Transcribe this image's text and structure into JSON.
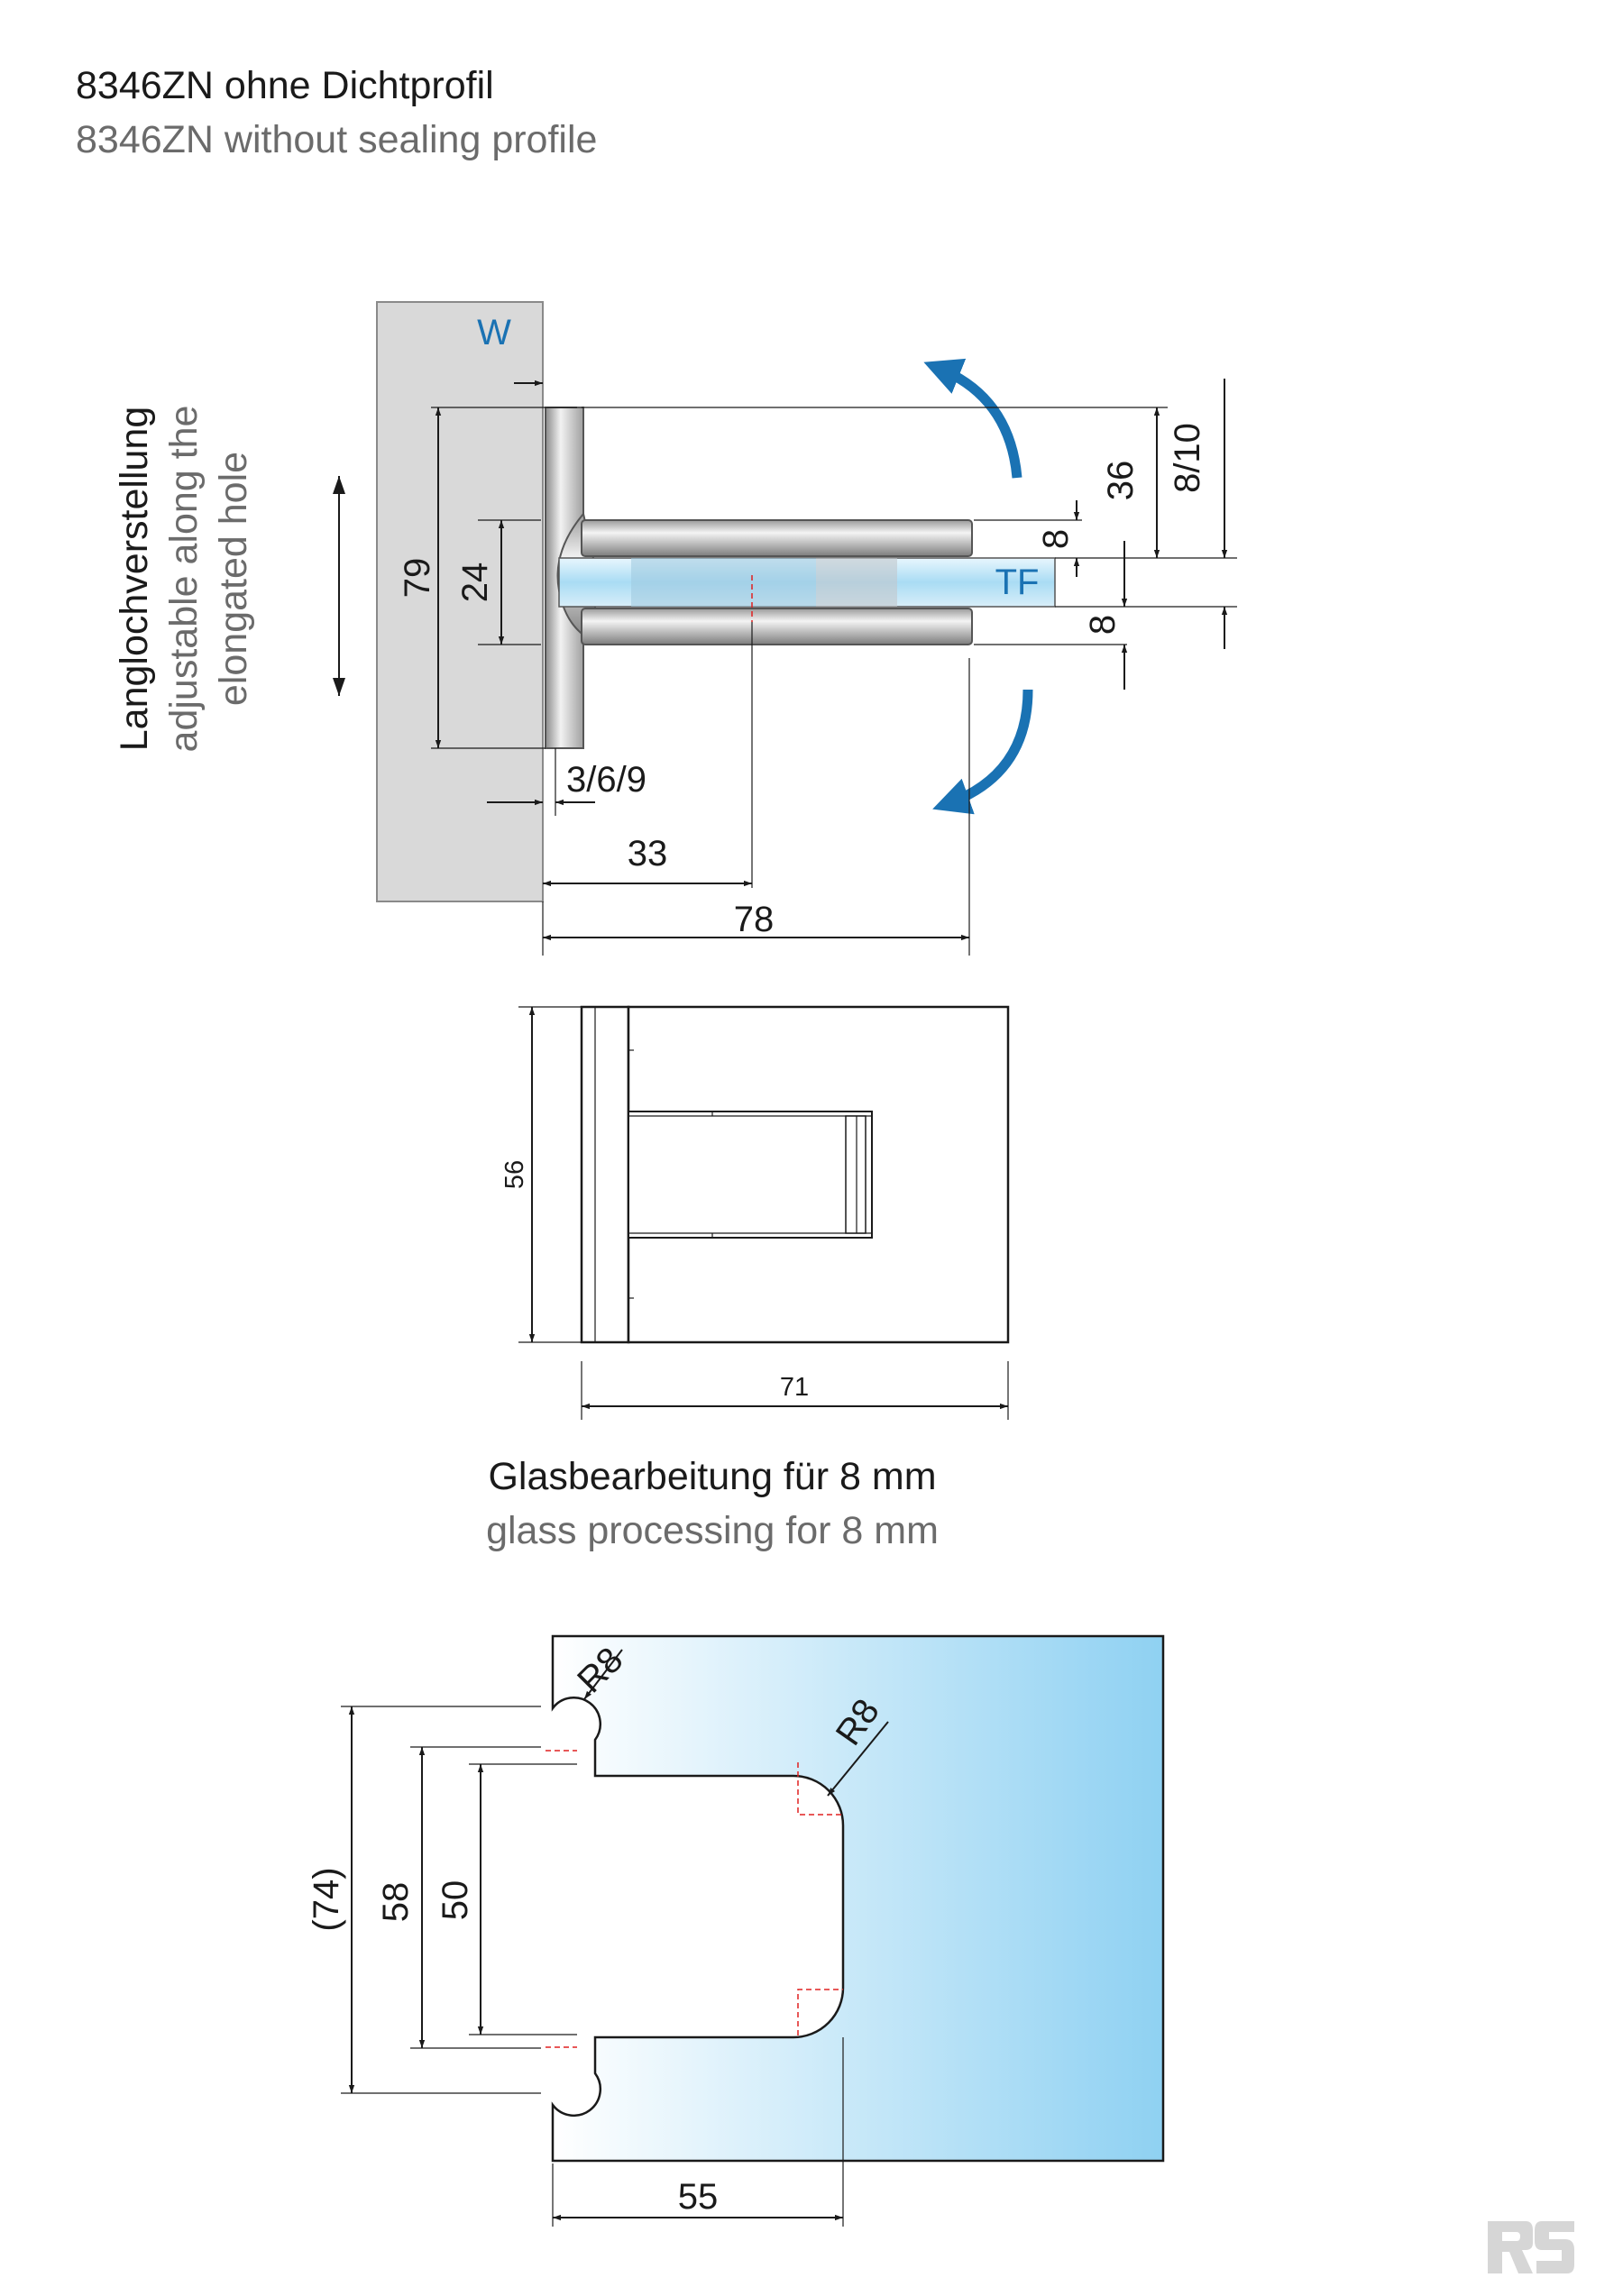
{
  "title": {
    "de": "8346ZN ohne Dichtprofil",
    "en": "8346ZN without sealing profile"
  },
  "adjustment_label": {
    "de": "Langlochverstellung",
    "en_line1": "adjustable along the",
    "en_line2": "elongated hole"
  },
  "side_view": {
    "wall_label": "W",
    "glass_label": "TF",
    "dims": {
      "height_79": "79",
      "height_24": "24",
      "offset_3_6_9": "3/6/9",
      "depth_33": "33",
      "depth_78": "78",
      "right_36": "36",
      "right_8_10": "8/10",
      "right_8_top": "8",
      "right_8_bottom": "8"
    }
  },
  "front_view": {
    "dims": {
      "height_56": "56",
      "width_71": "71"
    }
  },
  "glass_processing": {
    "de": "Glasbearbeitung für 8 mm",
    "en": "glass processing for 8 mm",
    "dims": {
      "radius_left": "R8",
      "radius_right": "R8",
      "height_74": "(74)",
      "height_58": "58",
      "height_50": "50",
      "depth_55": "55"
    }
  },
  "colors": {
    "arrow": "#1a72b3",
    "label_blue": "#1a72b3",
    "wall": "#d9d9d9",
    "glass_light": "#ffffff",
    "glass_dark": "#8fd1f2"
  },
  "logo": "rs-logo"
}
